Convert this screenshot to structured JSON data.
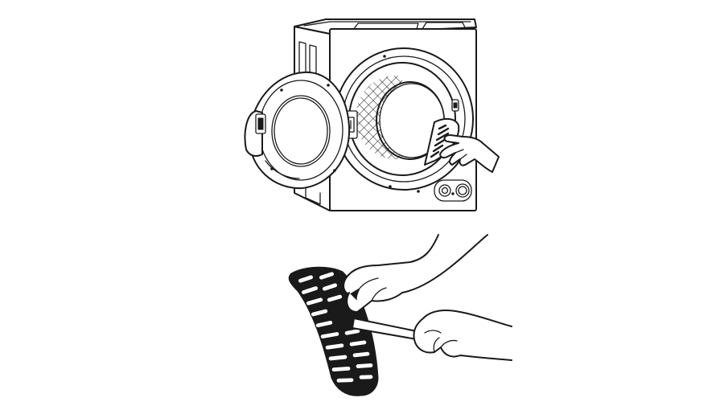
{
  "figure": {
    "panels": [
      {
        "id": "remove-filter",
        "depicts": "hand-pulling-lint-filter-from-dryer-door-opening"
      },
      {
        "id": "clean-filter",
        "depicts": "hands-brushing-lint-filter"
      }
    ],
    "line_color": "#1a1a1a",
    "background_color": "#ffffff"
  }
}
